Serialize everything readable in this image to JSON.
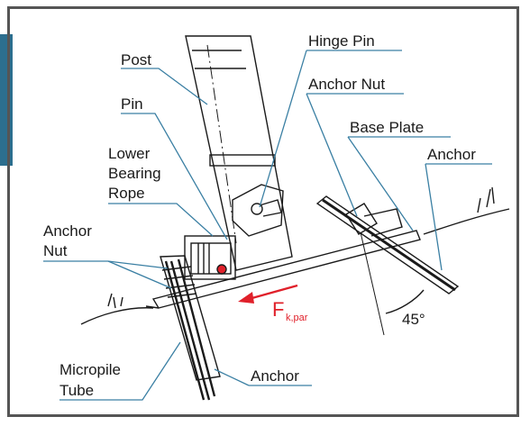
{
  "labels": {
    "post": "Post",
    "pin": "Pin",
    "lower_bearing_rope_line1": "Lower",
    "lower_bearing_rope_line2": "Bearing",
    "lower_bearing_rope_line3": "Rope",
    "anchor_nut_left_line1": "Anchor",
    "anchor_nut_left_line2": "Nut",
    "micropile_tube_line1": "Micropile",
    "micropile_tube_line2": "Tube",
    "anchor_bottom": "Anchor",
    "hinge_pin": "Hinge Pin",
    "anchor_nut_right": "Anchor Nut",
    "base_plate": "Base Plate",
    "anchor_right": "Anchor",
    "angle": "45°",
    "force_main": "F",
    "force_sub": "k,par"
  },
  "colors": {
    "accent": "#2c6f8f",
    "force_arrow": "#e0202a",
    "leader_line": "#3a7fa3",
    "drawing": "#1a1a1a"
  }
}
